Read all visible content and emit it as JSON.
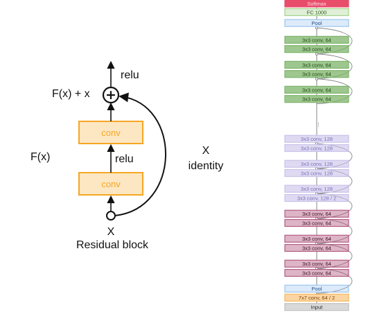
{
  "residual_block": {
    "caption": "Residual block",
    "input_label": "X",
    "output_label": "F(x) + x",
    "function_label": "F(x)",
    "relu_top": "relu",
    "relu_mid": "relu",
    "conv_top": "conv",
    "conv_bottom": "conv",
    "identity_x": "X",
    "identity_label": "identity"
  },
  "network": {
    "layers": [
      {
        "label": "Softmax",
        "kind": "softmax"
      },
      {
        "label": "FC 1000",
        "kind": "fc"
      },
      {
        "label": "Pool",
        "kind": "pool"
      },
      {
        "label": "3x3 conv, 64",
        "kind": "conv_green"
      },
      {
        "label": "3x3 conv, 64",
        "kind": "conv_green"
      },
      {
        "label": "3x3 conv, 64",
        "kind": "conv_green"
      },
      {
        "label": "3x3 conv, 64",
        "kind": "conv_green"
      },
      {
        "label": "3x3 conv, 64",
        "kind": "conv_green"
      },
      {
        "label": "3x3 conv, 64",
        "kind": "conv_green"
      },
      {
        "label": "3x3 conv, 128",
        "kind": "conv_purple"
      },
      {
        "label": "3x3 conv, 128",
        "kind": "conv_purple"
      },
      {
        "label": "3x3 conv, 128",
        "kind": "conv_purple"
      },
      {
        "label": "3x3 conv, 128",
        "kind": "conv_purple"
      },
      {
        "label": "3x3 conv, 128",
        "kind": "conv_purple"
      },
      {
        "label": "3x3 conv, 128 / 2",
        "kind": "conv_purple"
      },
      {
        "label": "3x3 conv, 64",
        "kind": "conv_maroon"
      },
      {
        "label": "3x3 conv, 64",
        "kind": "conv_maroon"
      },
      {
        "label": "3x3 conv, 64",
        "kind": "conv_maroon"
      },
      {
        "label": "3x3 conv, 64",
        "kind": "conv_maroon"
      },
      {
        "label": "3x3 conv, 64",
        "kind": "conv_maroon"
      },
      {
        "label": "3x3 conv, 64",
        "kind": "conv_maroon"
      },
      {
        "label": "Pool",
        "kind": "pool"
      },
      {
        "label": "7x7 conv, 64 / 2",
        "kind": "conv_orange"
      },
      {
        "label": "Input",
        "kind": "input"
      }
    ],
    "ellipsis": "..."
  },
  "colors": {
    "conv_block_fill": "#fde7c2",
    "conv_block_border": "#f5a623",
    "conv_block_text": "#f5a623",
    "softmax": "#e84d6a",
    "fc": "#a6d28c",
    "pool": "#9cc4f0",
    "conv_green": "#7db46a",
    "conv_purple": "#c9c2ea",
    "conv_maroon": "#b35a80",
    "conv_orange": "#f7b45a",
    "input": "#bfbfbf"
  }
}
